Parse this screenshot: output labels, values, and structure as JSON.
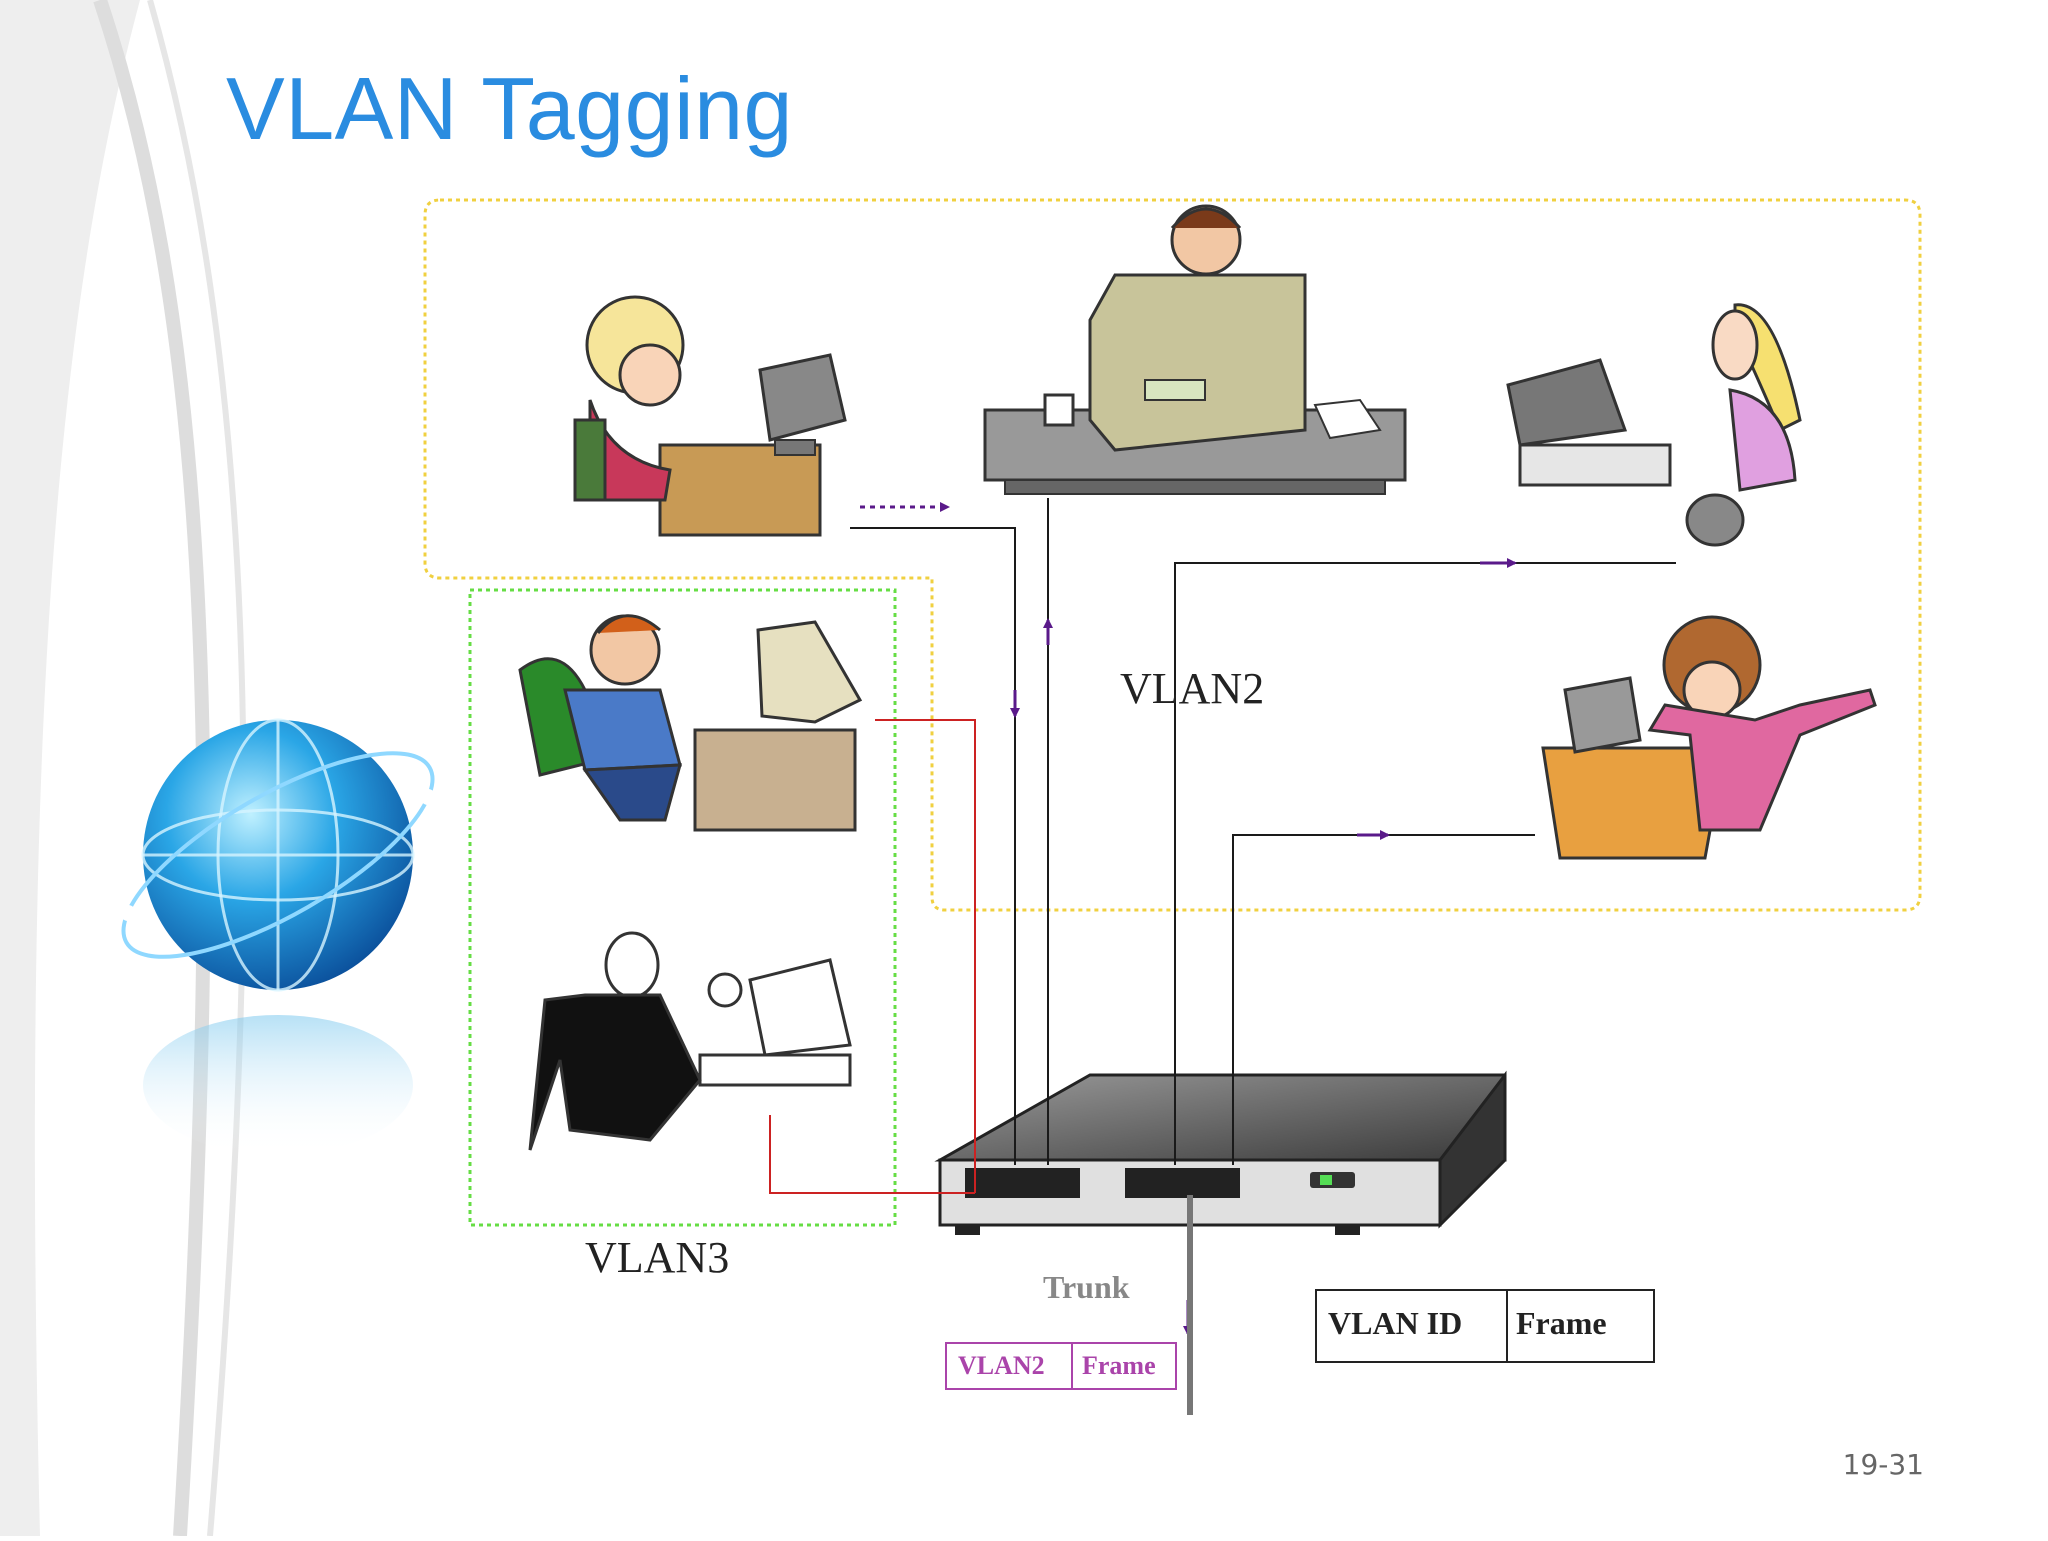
{
  "slide": {
    "title": "VLAN Tagging",
    "page_number": "19-31"
  },
  "diagram": {
    "vlan2_label": "VLAN2",
    "vlan3_label": "VLAN3",
    "trunk_label": "Trunk",
    "trunk_frame": {
      "tag": "VLAN2",
      "payload": "Frame"
    },
    "frame_format": {
      "tag": "VLAN ID",
      "payload": "Frame"
    }
  },
  "colors": {
    "title": "#2a8ce0",
    "vlan2_border": "#f0d040",
    "vlan3_border": "#66dd44",
    "vlan2_links": "#1a1a1a",
    "vlan3_links": "#cc2222",
    "arrows": "#5a1a8a",
    "trunk_frame_border": "#aa44aa"
  },
  "icons": [
    "globe-icon",
    "office-worker-icon",
    "computer-icon",
    "network-switch-icon"
  ]
}
